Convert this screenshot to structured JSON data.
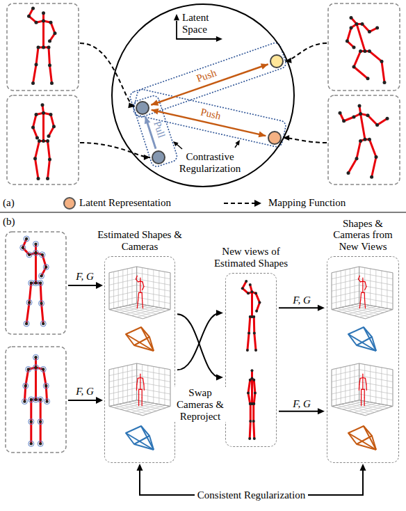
{
  "diagram": {
    "nodes": [
      {
        "text": [
          "Latent Space",
          "Push",
          "Push",
          "Pull",
          "Contrastive Regularization"
        ]
      },
      {
        "text": [
          "Estimated Shapes & Cameras"
        ]
      },
      {
        "text": [
          "New views of Estimated Shapes"
        ]
      },
      {
        "text": [
          "Shapes & Cameras from New Views"
        ]
      }
    ],
    "edges": [
      {
        "from": 1,
        "to": 2,
        "arrow": "to",
        "label": "Swap Cameras & Reproject"
      },
      {
        "from": 1,
        "to": 2,
        "arrow": "to"
      },
      {
        "from": 2,
        "to": 3,
        "arrow": "to",
        "label": "F, G"
      },
      {
        "from": 2,
        "to": 3,
        "arrow": "to",
        "label": "F, G"
      },
      {
        "from": 3,
        "to": 1,
        "arrow": "both",
        "label": "Consistent Regularization"
      }
    ],
    "labels": [
      "(a)",
      "(b)",
      "F, G",
      "F, G"
    ],
    "legend": [
      {
        "text": "Latent Representation"
      },
      {
        "text": "Mapping Function"
      }
    ]
  }
}
